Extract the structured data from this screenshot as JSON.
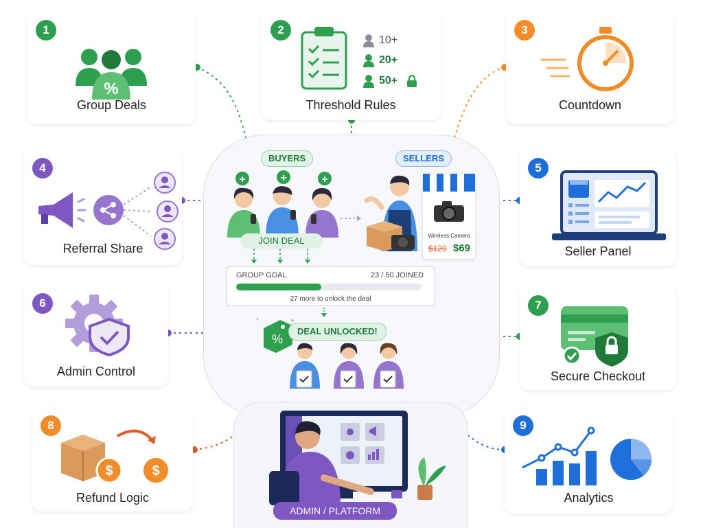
{
  "colors": {
    "green": "#2e9e4f",
    "teal": "#0f9d58",
    "orange": "#f28c28",
    "purple": "#7e57c2",
    "blue": "#1e6fd9",
    "red": "#e05a2b",
    "gray_line": "#cfd5de"
  },
  "cards": [
    {
      "num": "1",
      "label": "Group Deals",
      "icon": "group-percent-icon",
      "color": "#2e9e4f"
    },
    {
      "num": "2",
      "label": "Threshold Rules",
      "icon": "checklist-clipboard-icon",
      "color": "#2e9e4f",
      "tiers": [
        "10+",
        "20+",
        "50+"
      ]
    },
    {
      "num": "3",
      "label": "Countdown",
      "icon": "stopwatch-icon",
      "color": "#f28c28"
    },
    {
      "num": "4",
      "label": "Referral Share",
      "icon": "megaphone-share-icon",
      "color": "#7e57c2"
    },
    {
      "num": "5",
      "label": "Seller Panel",
      "icon": "laptop-dashboard-icon",
      "color": "#1e6fd9"
    },
    {
      "num": "6",
      "label": "Admin Control",
      "icon": "gear-shield-icon",
      "color": "#7e57c2"
    },
    {
      "num": "7",
      "label": "Secure Checkout",
      "icon": "card-lock-icon",
      "color": "#2e9e4f"
    },
    {
      "num": "8",
      "label": "Refund Logic",
      "icon": "box-refund-icon",
      "color": "#f28c28"
    },
    {
      "num": "9",
      "label": "Analytics",
      "icon": "bar-pie-chart-icon",
      "color": "#1e6fd9"
    }
  ],
  "center": {
    "buyers_label": "BUYERS",
    "sellers_label": "SELLERS",
    "join_deal": "JOIN DEAL",
    "product": {
      "name": "Wireless Camera",
      "old_price": "$120",
      "new_price": "$69"
    },
    "goal": {
      "title": "GROUP GOAL",
      "joined_text": "23 / 50 JOINED",
      "joined": 23,
      "target": 50,
      "note": "27 more to unlock the deal"
    },
    "unlocked": "DEAL UNLOCKED!"
  },
  "platform_label": "ADMIN / PLATFORM"
}
